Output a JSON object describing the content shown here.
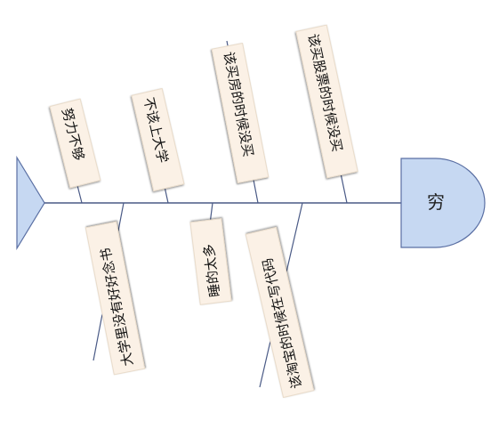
{
  "diagram": {
    "head_label": "穷",
    "colors": {
      "spine": "#4a5a86",
      "head_fill": "#c6d8f2",
      "head_stroke": "#5a6fa3",
      "label_bg": "#fbf1e6"
    },
    "upper_causes": [
      {
        "label": "努力不够"
      },
      {
        "label": "不该上大学"
      },
      {
        "label": "该买房的时候没买"
      },
      {
        "label": "该买股票的时候没买"
      }
    ],
    "lower_causes": [
      {
        "label": "大学里没有好好念书"
      },
      {
        "label": "睡的太多"
      },
      {
        "label": "该淘宝的时候在写代码"
      }
    ]
  }
}
